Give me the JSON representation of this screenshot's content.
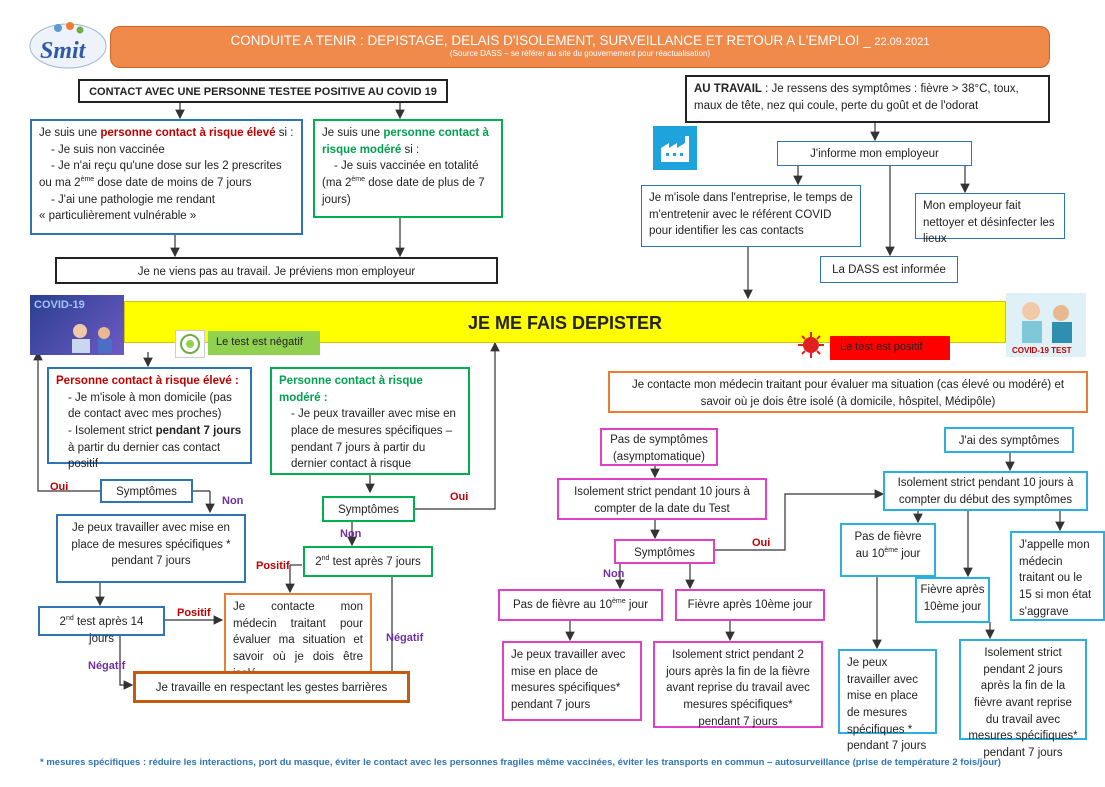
{
  "header": {
    "logo_text": "Smit",
    "title": "CONDUITE A TENIR : DEPISTAGE, DELAIS D'ISOLEMENT, SURVEILLANCE ET RETOUR A L'EMPLOI _",
    "date": "22.09.2021",
    "source": "(Source DASS – se référer au site du gouvernement pour réactualisation)"
  },
  "contact": {
    "title": "CONTACT AVEC UNE PERSONNE TESTEE POSITIVE AU COVID 19",
    "high_intro": "Je suis une",
    "high_label": "personne contact à risque élevé",
    "high_suffix": "si :",
    "high_items": [
      "Je suis non vaccinée",
      "Je n'ai reçu qu'une dose sur les 2 prescrites"
    ],
    "high_line_a": "ou ma 2",
    "high_sup": "ème",
    "high_line_b": "dose date de moins de 7 jours",
    "high_item3": "J'ai une pathologie me rendant",
    "high_item3b": "« particulièrement vulnérable »",
    "mod_intro": "Je suis une",
    "mod_label": "personne contact à risque modéré",
    "mod_suffix": "si :",
    "mod_item1": "Je suis vaccinée en totalité",
    "mod_item2a": "(ma 2",
    "mod_item2sup": "ème",
    "mod_item2b": "dose date de plus de 7 jours)",
    "no_work": "Je ne viens pas au travail. Je préviens mon employeur"
  },
  "work": {
    "symptoms_label": "AU TRAVAIL",
    "symptoms_text": ": Je ressens des symptômes : fièvre > 38°C, toux, maux de tête, nez qui coule, perte du goût et de l'odorat",
    "inform": "J'informe mon employeur",
    "isolate": "Je m'isole dans l'entreprise, le temps de m'entretenir avec le référent COVID pour identifier les cas contacts",
    "dass": "La DASS est informée",
    "clean": "Mon employeur fait nettoyer et désinfecter les lieux"
  },
  "banner": {
    "title": "JE ME FAIS DEPISTER",
    "covid_img": "COVID-19",
    "test_img": "COVID-19 TEST",
    "negative": "Le test est négatif",
    "positive": "Le test est positif"
  },
  "negative_branch": {
    "high_title": "Personne contact à risque élevé :",
    "high_item1": "Je m'isole à mon domicile (pas de contact avec mes proches)",
    "high_item2a": "Isolement strict",
    "high_item2b": "pendant 7 jours",
    "high_item2c": "à partir du dernier cas contact positif",
    "mod_title": "Personne contact à risque modéré :",
    "mod_item": "Je peux travailler avec mise en place de mesures spécifiques – pendant 7 jours à partir du dernier contact à risque",
    "symptoms1": "Symptômes",
    "symptoms2": "Symptômes",
    "oui1": "Oui",
    "oui2": "Oui",
    "non1": "Non",
    "non2": "Non",
    "work_measures": "Je peux travailler avec mise en place de mesures spécifiques * pendant 7 jours",
    "second_test_a": "2",
    "second_test_sup": "nd",
    "second_test_b": "test après 7 jours",
    "second_test14_a": "2",
    "second_test14_sup": "nd",
    "second_test14_b": "test après 14 jours",
    "positif1": "Positif",
    "positif2": "Positif",
    "negatif1": "Négatif",
    "negatif2": "Négatif",
    "contact_doctor": "Je contacte mon médecin traitant pour évaluer ma situation et savoir où je dois être isolé",
    "barrier": "Je travaille en respectant les gestes barrières"
  },
  "positive_branch": {
    "doctor": "Je contacte mon médecin traitant pour évaluer ma situation (cas élevé ou modéré) et savoir où je dois être isolé (à domicile, hôspitel, Médipôle)",
    "no_symptoms": "Pas de symptômes (asymptomatique)",
    "isolation10_test": "Isolement strict pendant 10 jours à compter de la date du Test",
    "symptoms": "Symptômes",
    "oui": "Oui",
    "non": "Non",
    "no_fever_a": "Pas de fièvre au 10",
    "no_fever_sup": "ème",
    "no_fever_b": "jour",
    "fever_after": "Fièvre après 10ème jour",
    "work_measures": "Je peux travailler avec mise en place de mesures spécifiques* pendant 7 jours",
    "isolation2": "Isolement strict pendant 2 jours après la fin de la fièvre avant reprise du travail avec mesures spécifiques* pendant 7 jours",
    "have_symptoms": "J'ai des symptômes",
    "isolation10_symptoms": "Isolement strict pendant 10 jours à compter du début des symptômes",
    "no_fever2_a": "Pas de fièvre au 10",
    "no_fever2_sup": "ème",
    "no_fever2_b": "jour",
    "fever_after2": "Fièvre après 10ème jour",
    "call_doctor": "J'appelle mon médecin traitant ou le 15 si mon état s'aggrave",
    "work_measures2": "Je peux travailler avec mise en place de mesures spécifiques * pendant 7 jours",
    "isolation2b": "Isolement strict pendant 2 jours après la fin de la fièvre avant reprise du travail avec mesures spécifiques* pendant 7 jours"
  },
  "footer": "* mesures spécifiques : réduire les interactions, port du masque, éviter le contact avec les personnes fragiles même vaccinées, éviter les transports en commun – autosurveillance (prise de température 2 fois/jour)",
  "colors": {
    "header_orange": "#f08a4b",
    "banner_yellow": "#ffff00",
    "negative_green": "#92d050",
    "positive_red": "#ff0000",
    "blue_border": "#2e75b6",
    "pink_border": "#e040c8",
    "cyan_border": "#2ab0e0"
  }
}
